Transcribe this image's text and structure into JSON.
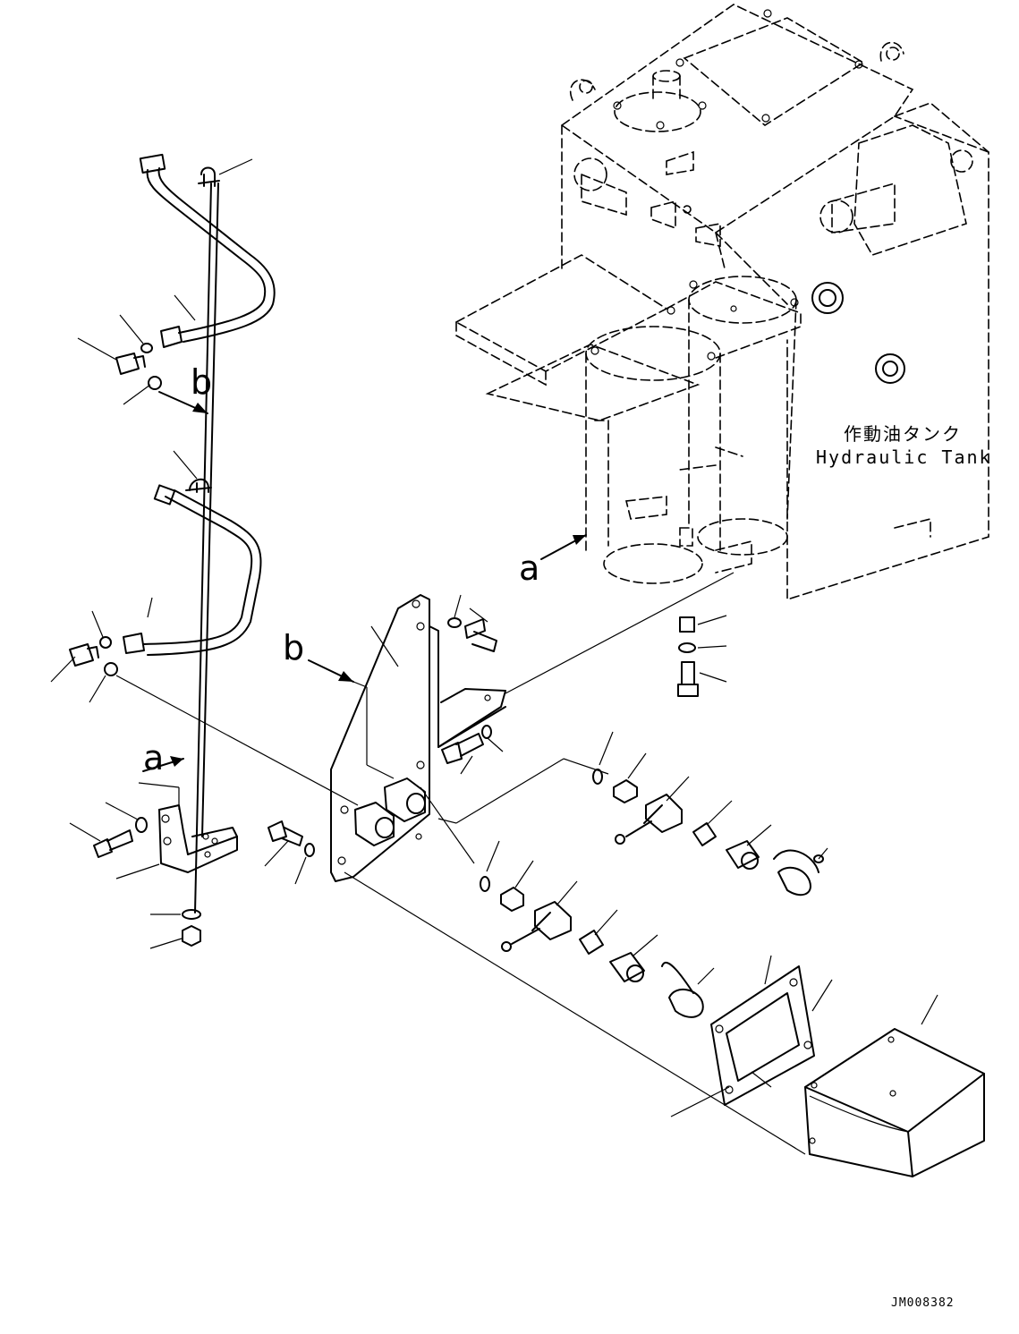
{
  "labels": {
    "tank_jp": "作動油タンク",
    "tank_en": "Hydraulic Tank",
    "view_a_top": "a",
    "view_b_top": "b",
    "view_b_mid": "b",
    "view_a_low": "a",
    "drawing_no": "JM008382"
  }
}
